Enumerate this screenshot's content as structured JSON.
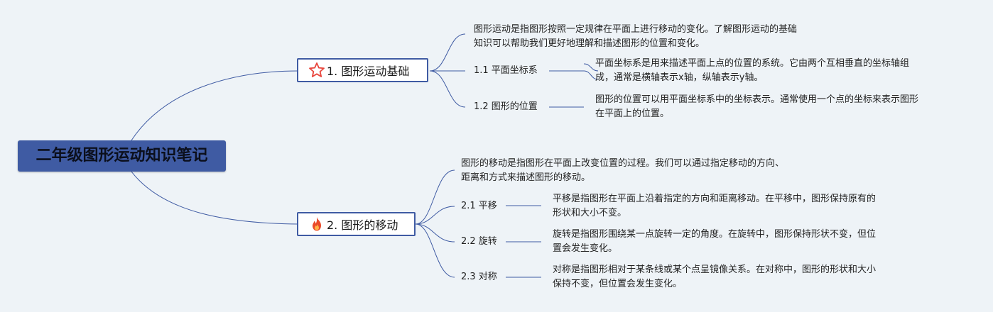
{
  "root": {
    "title": "二年级图形运动知识笔记"
  },
  "branches": [
    {
      "title": "1. 图形运动基础",
      "icon": "star-icon",
      "summary": [
        "图形运动是指图形按照一定规律在平面上进行移动的变化。了解图形运动的基础",
        "知识可以帮助我们更好地理解和描述图形的位置和变化。"
      ],
      "children": [
        {
          "label": "1.1 平面坐标系",
          "desc": [
            "平面坐标系是用来描述平面上点的位置的系统。它由两个互相垂直的坐标轴组",
            "成，通常是横轴表示x轴，纵轴表示y轴。"
          ]
        },
        {
          "label": "1.2 图形的位置",
          "desc": [
            "图形的位置可以用平面坐标系中的坐标表示。通常使用一个点的坐标来表示图形",
            "在平面上的位置。"
          ]
        }
      ]
    },
    {
      "title": "2. 图形的移动",
      "icon": "fire-icon",
      "summary": [
        "图形的移动是指图形在平面上改变位置的过程。我们可以通过指定移动的方向、",
        "距离和方式来描述图形的移动。"
      ],
      "children": [
        {
          "label": "2.1 平移",
          "desc": [
            "平移是指图形在平面上沿着指定的方向和距离移动。在平移中，图形保持原有的",
            "形状和大小不变。"
          ]
        },
        {
          "label": "2.2 旋转",
          "desc": [
            "旋转是指图形围绕某一点旋转一定的角度。在旋转中，图形保持形状不变，但位",
            "置会发生变化。"
          ]
        },
        {
          "label": "2.3 对称",
          "desc": [
            "对称是指图形相对于某条线或某个点呈镜像关系。在对称中，图形的形状和大小",
            "保持不变，但位置会发生变化。"
          ]
        }
      ]
    }
  ],
  "colors": {
    "line": "#3f5ba3",
    "root_bg": "#3f5ba3",
    "star": "#e8453c",
    "fire": "#ea4a2a"
  }
}
